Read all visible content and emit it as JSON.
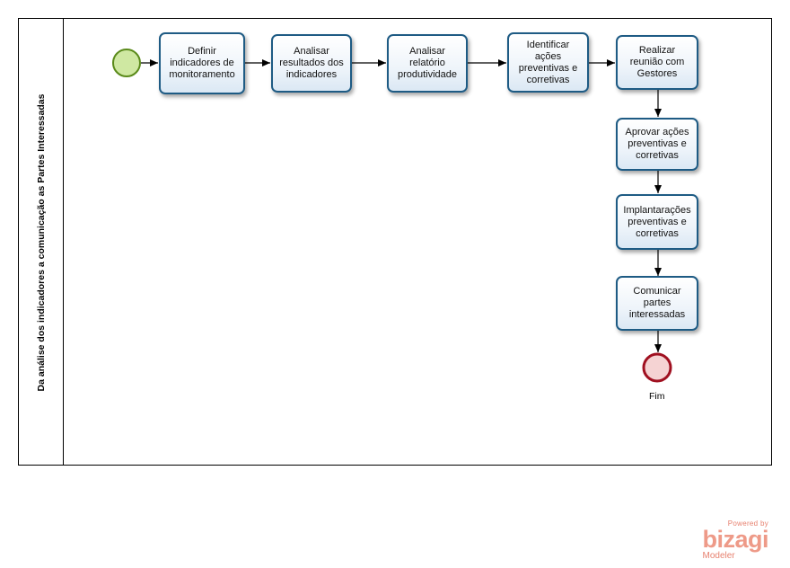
{
  "lane": {
    "title": "Da análise dos indicadores a comunicação as Partes Interessadas"
  },
  "tasks": [
    {
      "id": "t1",
      "label": "Definir indicadores de monitoramento"
    },
    {
      "id": "t2",
      "label": "Analisar resultados dos indicadores"
    },
    {
      "id": "t3",
      "label": "Analisar relatório produtividade"
    },
    {
      "id": "t4",
      "label": "Identificar ações preventivas e corretivas"
    },
    {
      "id": "t5",
      "label": "Realizar reunião com Gestores"
    },
    {
      "id": "t6",
      "label": "Aprovar ações preventivas e corretivas"
    },
    {
      "id": "t7",
      "label": "Implantarações preventivas e corretivas"
    },
    {
      "id": "t8",
      "label": "Comunicar partes interessadas"
    }
  ],
  "events": {
    "start": {
      "label": ""
    },
    "end": {
      "label": "Fim"
    }
  },
  "branding": {
    "powered": "Powered by",
    "brand": "bizagi",
    "product": "Modeler"
  },
  "colors": {
    "task_border": "#1e5b84",
    "start_fill": "#cfe8a2",
    "start_stroke": "#5a8a1a",
    "end_fill": "#f5d3d3",
    "end_stroke": "#a01020",
    "logo": "#ee9a88"
  }
}
